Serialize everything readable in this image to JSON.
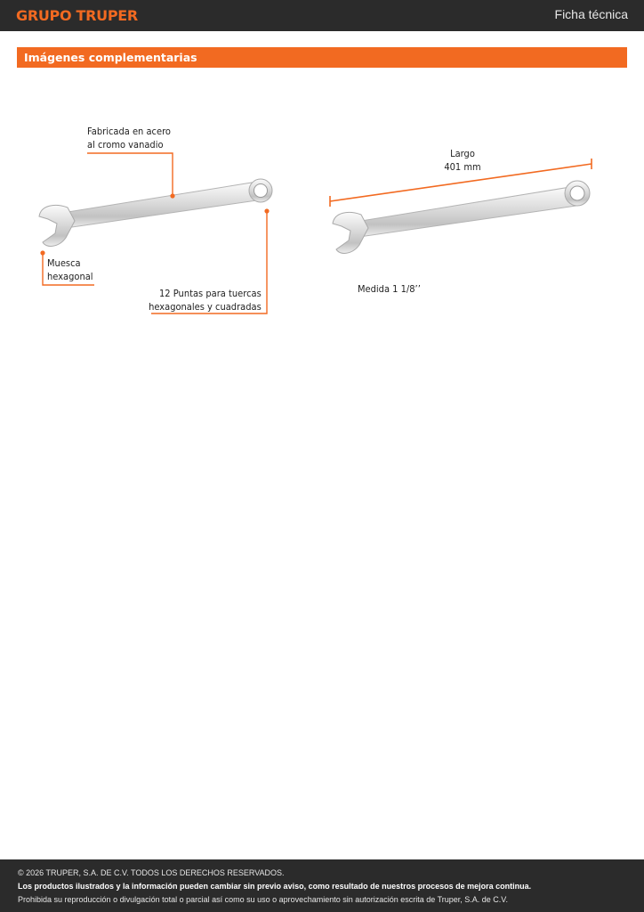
{
  "header": {
    "brand": "GRUPO TRUPER",
    "doc_type": "Ficha técnica"
  },
  "section": {
    "title": "Imágenes complementarias"
  },
  "features": {
    "material": [
      "Fabricada en acero",
      "al cromo vanadio"
    ],
    "notch": [
      "Muesca",
      "hexagonal"
    ],
    "points": [
      "12 Puntas para tuercas",
      "hexagonales y cuadradas"
    ]
  },
  "dimensions": {
    "length_label": "Largo",
    "length_value": "401 mm",
    "size": "Medida 1  1/8’’"
  },
  "colors": {
    "accent": "#f26a21",
    "dark": "#2b2b2b"
  },
  "footer": {
    "copyright": "© 2026 TRUPER, S.A. DE C.V. TODOS LOS DERECHOS RESERVADOS.",
    "notice": "Los productos ilustrados y la información pueden cambiar sin previo aviso, como resultado de nuestros procesos de mejora continua.",
    "legal": "Prohibida su reproducción o divulgación total o parcial así como su uso o aprovechamiento sin autorización escrita de Truper, S.A. de C.V."
  }
}
